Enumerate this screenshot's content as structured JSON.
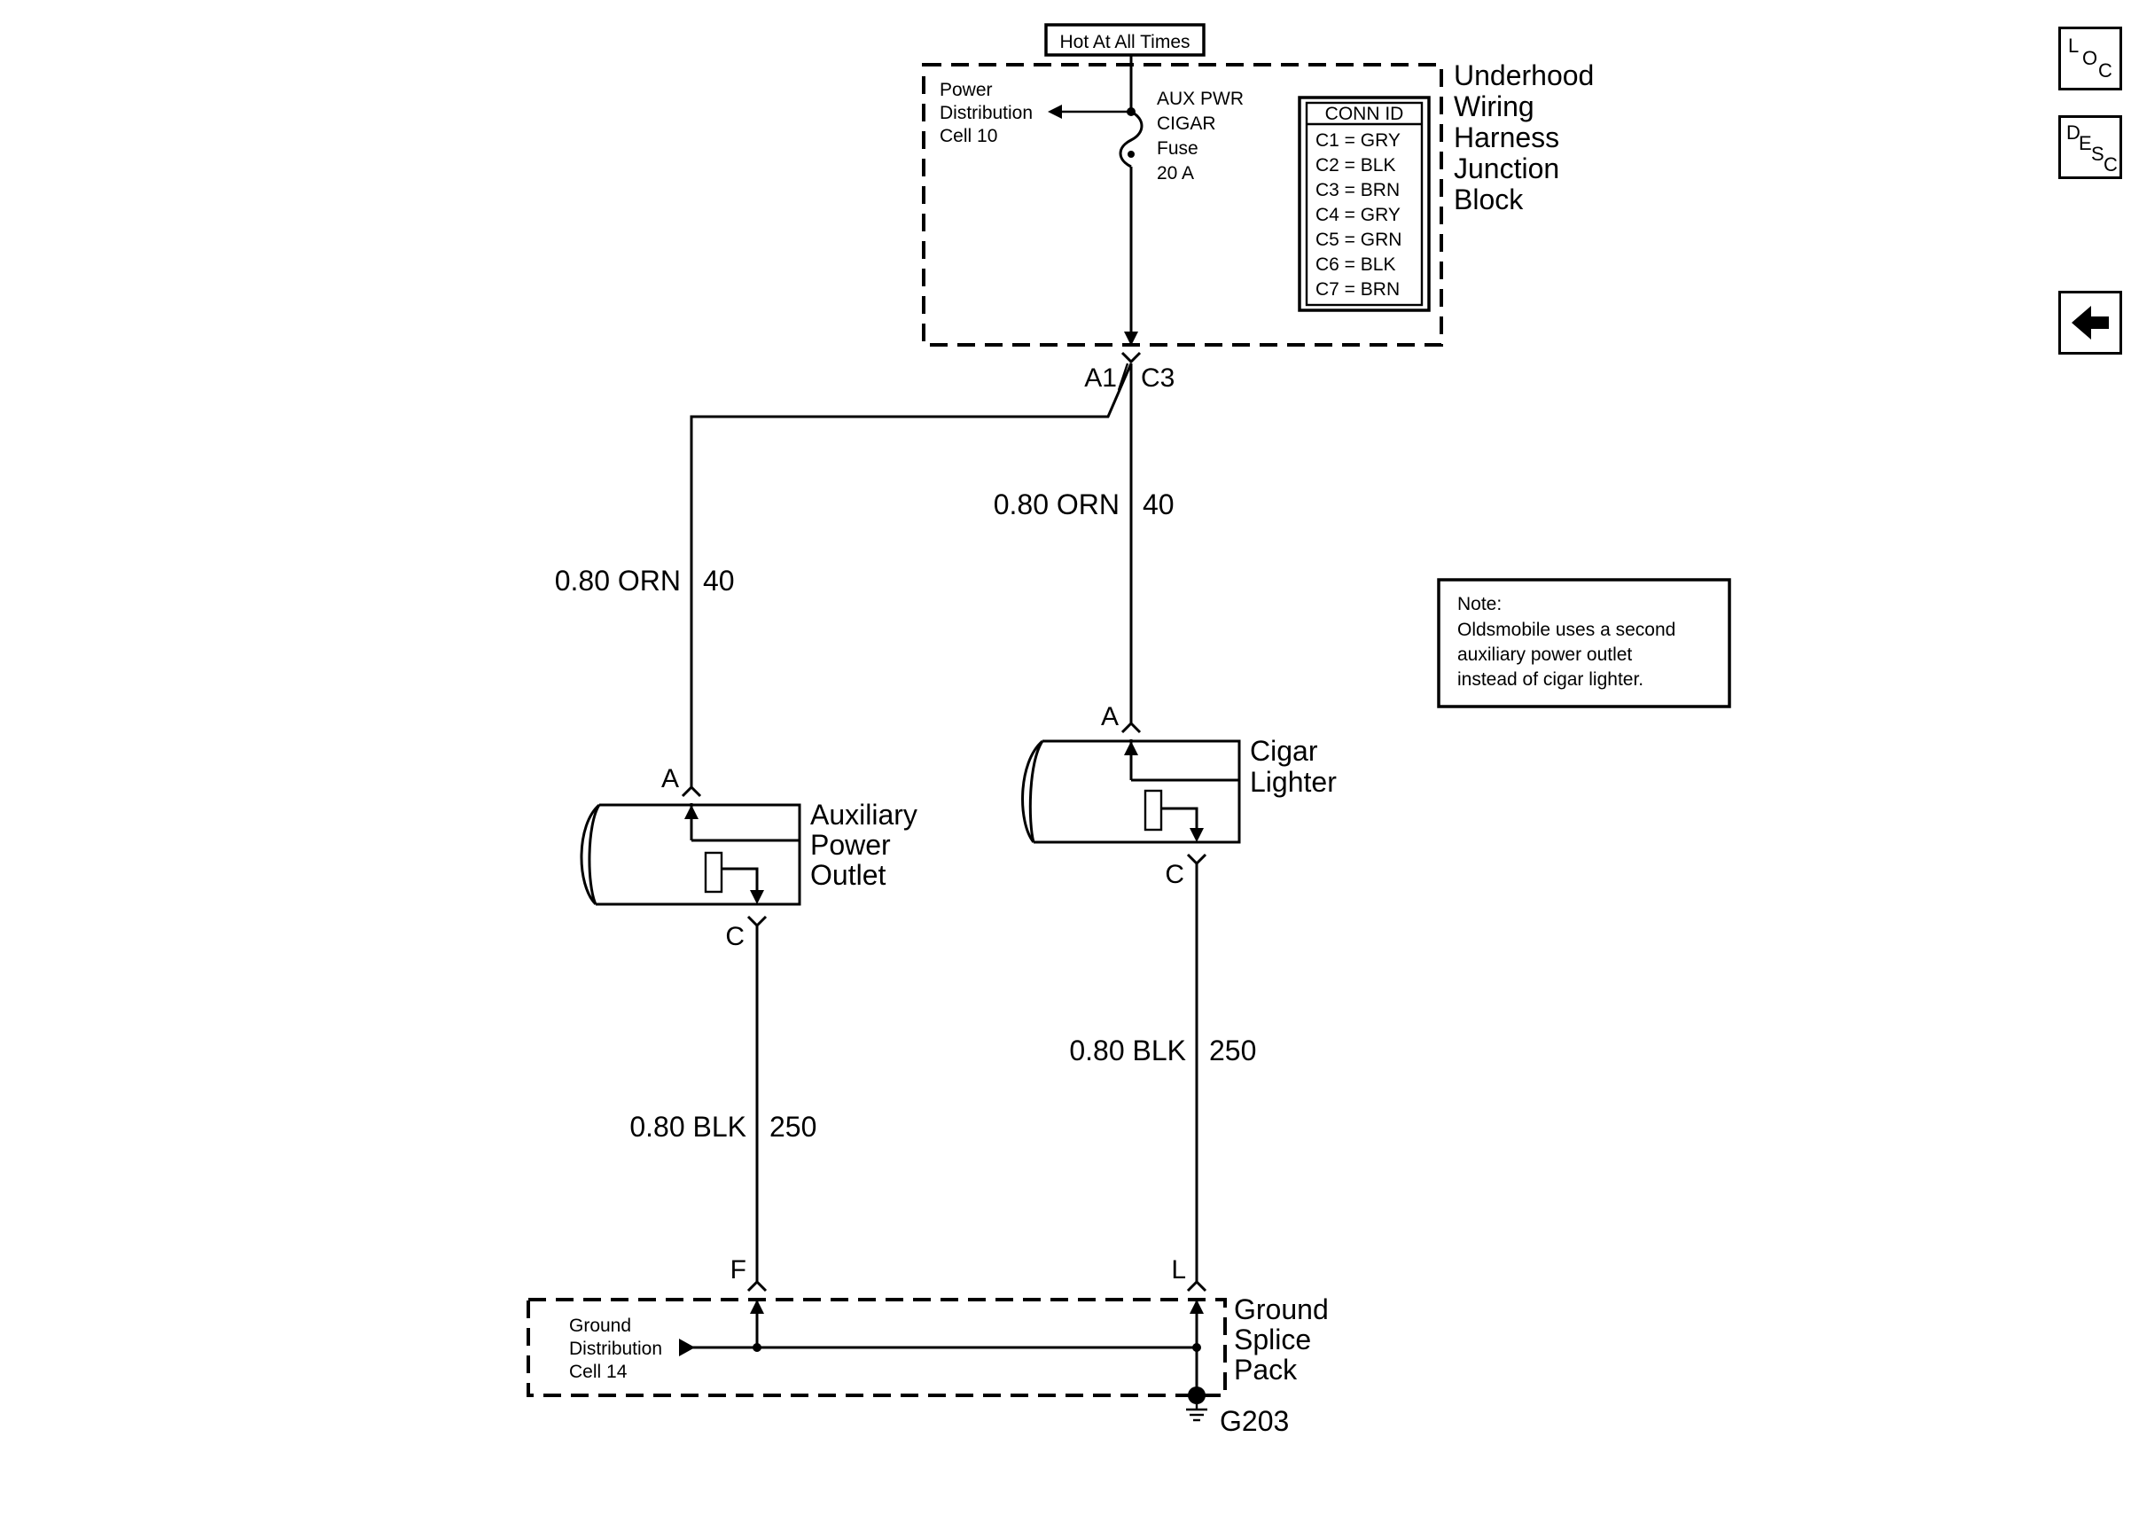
{
  "fuse_block": {
    "banner": "Hot At All Times",
    "title_lines": [
      "Underhood",
      "Wiring",
      "Harness",
      "Junction",
      "Block"
    ],
    "power_ref_lines": [
      "Power",
      "Distribution",
      "Cell 10"
    ],
    "fuse_lines": [
      "AUX PWR",
      "CIGAR",
      "Fuse",
      "20 A"
    ],
    "conn_id": {
      "header": "CONN ID",
      "rows": [
        "C1 = GRY",
        "C2 = BLK",
        "C3 = BRN",
        "C4 = GRY",
        "C5 = GRN",
        "C6 = BLK",
        "C7 = BRN"
      ]
    },
    "pin_left": "A1",
    "pin_right": "C3"
  },
  "wires": {
    "left_feed": {
      "gauge_color": "0.80 ORN",
      "circuit": "40"
    },
    "right_feed": {
      "gauge_color": "0.80 ORN",
      "circuit": "40"
    },
    "left_ground": {
      "gauge_color": "0.80 BLK",
      "circuit": "250"
    },
    "right_ground": {
      "gauge_color": "0.80 BLK",
      "circuit": "250"
    }
  },
  "components": {
    "aux_outlet": {
      "lines": [
        "Auxiliary",
        "Power",
        "Outlet"
      ],
      "pin_in": "A",
      "pin_out": "C"
    },
    "cigar_lighter": {
      "lines": [
        "Cigar",
        "Lighter"
      ],
      "pin_in": "A",
      "pin_out": "C"
    }
  },
  "note": {
    "heading": "Note:",
    "lines": [
      "Oldsmobile uses a second",
      "auxiliary power outlet",
      "instead of cigar lighter."
    ]
  },
  "ground_pack": {
    "title_lines": [
      "Ground",
      "Splice",
      "Pack"
    ],
    "ref_lines": [
      "Ground",
      "Distribution",
      "Cell 14"
    ],
    "pin_left": "F",
    "pin_right": "L",
    "ground_id": "G203"
  },
  "nav": {
    "loc": {
      "big": "L",
      "mid": "O",
      "end": "C"
    },
    "desc": {
      "big": "D",
      "e": "E",
      "s": "S",
      "c": "C"
    },
    "back_icon": "left-arrow-icon"
  }
}
